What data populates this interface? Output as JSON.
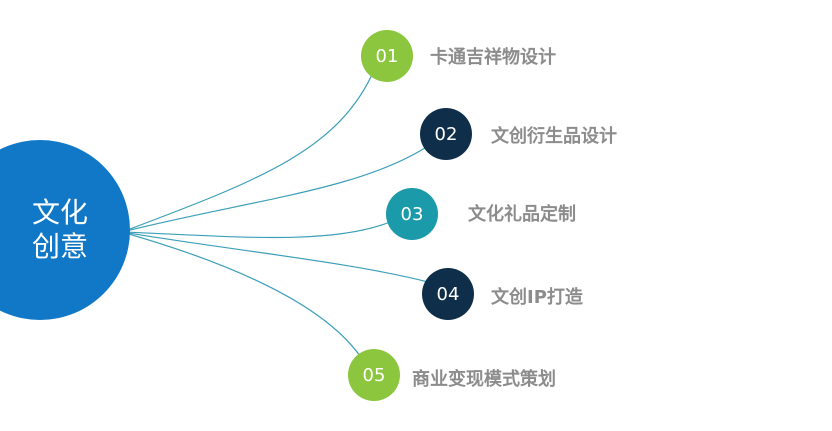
{
  "hub": {
    "label": "文化创意",
    "color": "#1177c7"
  },
  "line_color": "#3b9fb8",
  "items": [
    {
      "number": "01",
      "label": "卡通吉祥物设计",
      "color": "#8cc63e"
    },
    {
      "number": "02",
      "label": "文创衍生品设计",
      "color": "#0f2e4a"
    },
    {
      "number": "03",
      "label": "文化礼品定制",
      "color": "#1b9aaa"
    },
    {
      "number": "04",
      "label": "文创IP打造",
      "color": "#0f2e4a"
    },
    {
      "number": "05",
      "label": "商业变现模式策划",
      "color": "#8cc63e"
    }
  ]
}
